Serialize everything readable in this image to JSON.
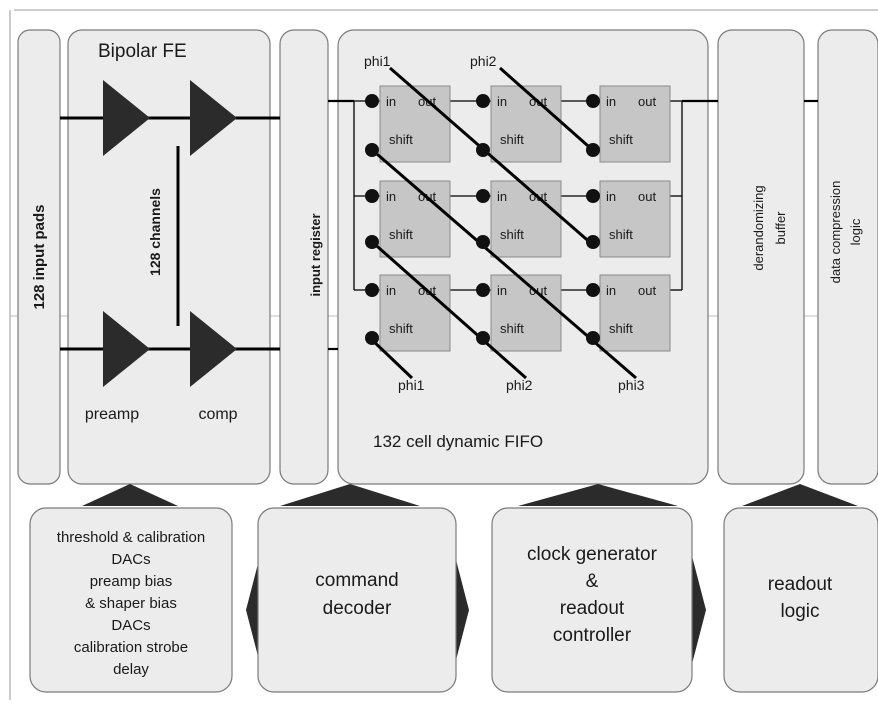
{
  "top_blocks": {
    "input_pads": "128 input pads",
    "bipolar_fe": "Bipolar FE",
    "channels": "128 channels",
    "preamp": "preamp",
    "comp": "comp",
    "input_register": "input register",
    "fifo": "132 cell dynamic FIFO",
    "derandomizing_buffer": [
      "derandomizing",
      "buffer"
    ],
    "data_compression": [
      "data compression",
      "logic"
    ]
  },
  "fifo_cells": {
    "in_label": "in",
    "out_label": "out",
    "shift_label": "shift",
    "phi_top": [
      "phi1",
      "phi2"
    ],
    "phi_bottom": [
      "phi1",
      "phi2",
      "phi3"
    ]
  },
  "bottom_blocks": {
    "dacs": [
      "threshold & calibration",
      "DACs",
      "preamp bias",
      "& shaper bias",
      "DACs",
      "calibration strobe",
      "delay"
    ],
    "command_decoder": [
      "command",
      "decoder"
    ],
    "clock_generator": [
      "clock generator",
      "&",
      "readout",
      "controller"
    ],
    "readout_logic": [
      "readout",
      "logic"
    ]
  }
}
